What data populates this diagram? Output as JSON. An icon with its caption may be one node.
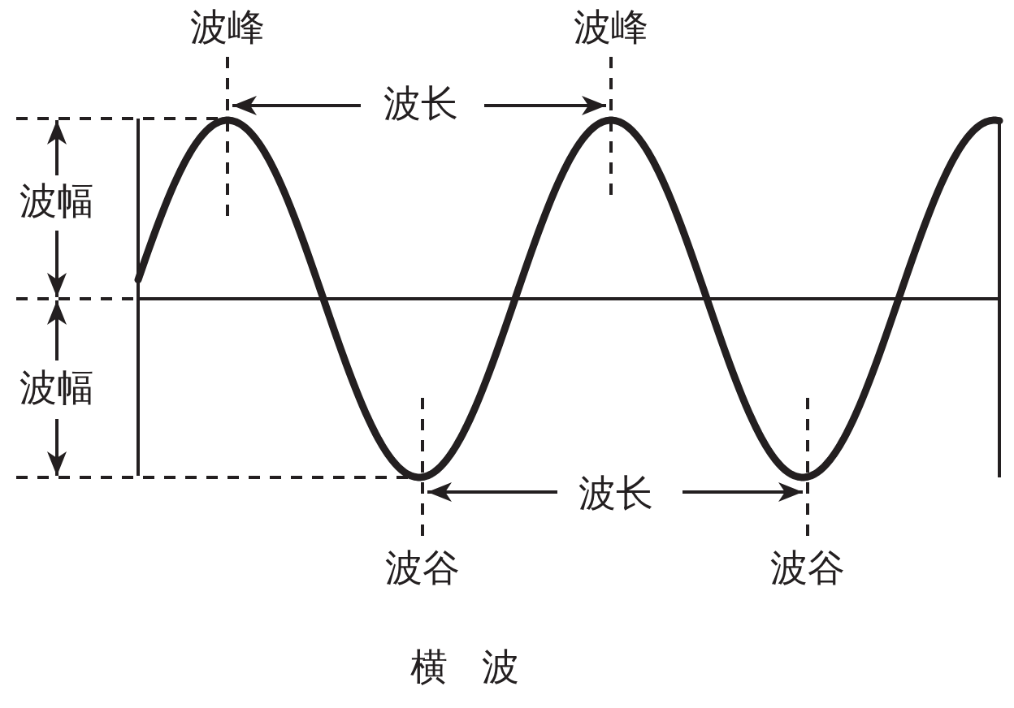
{
  "diagram": {
    "caption": "横波",
    "labels": [
      "波峰",
      "波峰",
      "波长",
      "波幅",
      "波幅",
      "波长",
      "波谷",
      "波谷"
    ]
  }
}
